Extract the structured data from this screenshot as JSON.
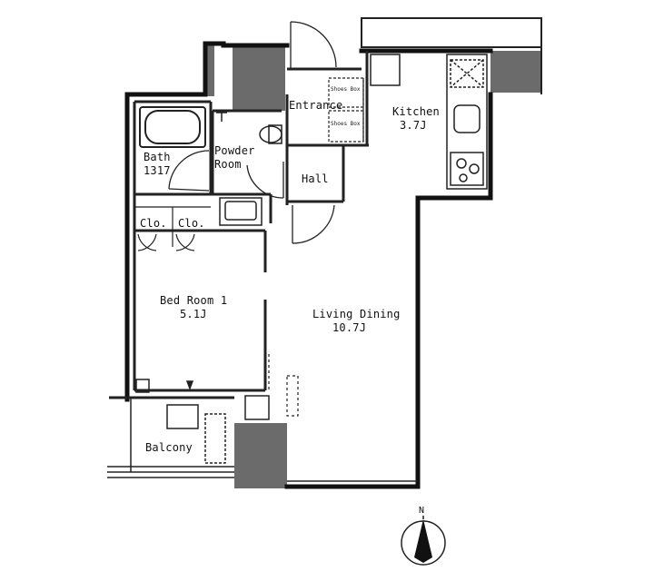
{
  "rooms": {
    "entrance": "Entrance",
    "kitchen": "Kitchen",
    "kitchen_size": "3.7J",
    "bath": "Bath",
    "bath_size": "1317",
    "powder_room_1": "Powder",
    "powder_room_2": "Room",
    "hall": "Hall",
    "closet_1": "Clo.",
    "closet_2": "Clo.",
    "bedroom": "Bed Room 1",
    "bedroom_size": "5.1J",
    "living_dining": "Living Dining",
    "living_dining_size": "10.7J",
    "balcony": "Balcony"
  },
  "fixtures": {
    "shoes_box_1": "Shoes Box",
    "shoes_box_2": "Shoes Box"
  },
  "compass": {
    "north": "N"
  },
  "colors": {
    "wall": "#111111",
    "column_fill": "#6b6b6b",
    "line": "#222222"
  }
}
